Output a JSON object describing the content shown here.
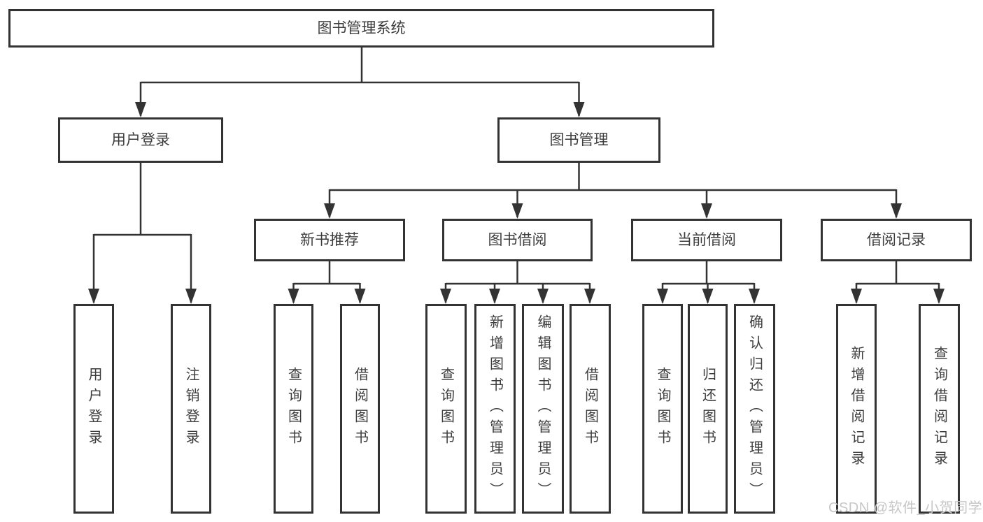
{
  "tree": {
    "root": {
      "label": "图书管理系统"
    },
    "children": [
      {
        "label": "用户登录",
        "children": [
          {
            "label": "用户登录"
          },
          {
            "label": "注销登录"
          }
        ]
      },
      {
        "label": "图书管理",
        "children": [
          {
            "label": "新书推荐",
            "children": [
              {
                "label": "查询图书"
              },
              {
                "label": "借阅图书"
              }
            ]
          },
          {
            "label": "图书借阅",
            "children": [
              {
                "label": "查询图书"
              },
              {
                "label": "新增图书（管理员）"
              },
              {
                "label": "编辑图书（管理员）"
              },
              {
                "label": "借阅图书"
              }
            ]
          },
          {
            "label": "当前借阅",
            "children": [
              {
                "label": "查询图书"
              },
              {
                "label": "归还图书"
              },
              {
                "label": "确认归还（管理员）"
              }
            ]
          },
          {
            "label": "借阅记录",
            "children": [
              {
                "label": "新增借阅记录"
              },
              {
                "label": "查询借阅记录"
              }
            ]
          }
        ]
      }
    ]
  },
  "watermark": {
    "text": "CSDN @软件_小贺同学"
  },
  "colors": {
    "line": "#333333",
    "box_border": "#333333",
    "text": "#3d3d3d",
    "watermark": "#c7c7c7",
    "background": "#ffffff"
  }
}
